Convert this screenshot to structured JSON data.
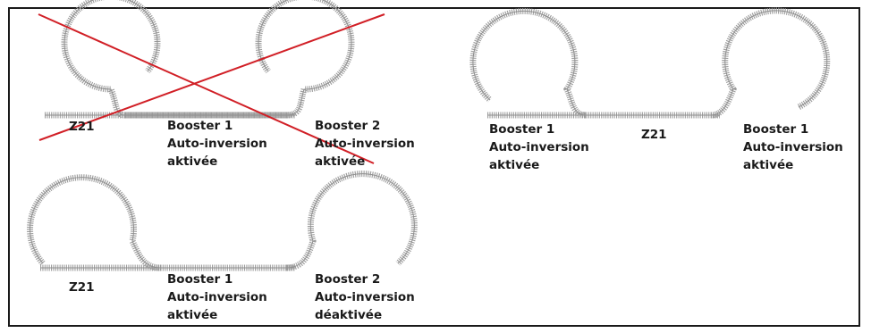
{
  "colors": {
    "rail": "#8f8f8f",
    "tie": "#9c9c9c",
    "cross": "#d11f26",
    "text": "#1a1a1a"
  },
  "diagrams": [
    {
      "id": "a",
      "crossed_out": true,
      "labels": {
        "z21": "Z21",
        "booster1": [
          "Booster 1",
          "Auto-inversion",
          "aktivée"
        ],
        "booster2": [
          "Booster 2",
          "Auto-inversion",
          "aktivée"
        ]
      }
    },
    {
      "id": "b",
      "crossed_out": false,
      "labels": {
        "booster1_left": [
          "Booster 1",
          "Auto-inversion",
          "aktivée"
        ],
        "z21": "Z21",
        "booster1_right": [
          "Booster 1",
          "Auto-inversion",
          "aktivée"
        ]
      }
    },
    {
      "id": "c",
      "crossed_out": false,
      "labels": {
        "z21": "Z21",
        "booster1": [
          "Booster 1",
          "Auto-inversion",
          "aktivée"
        ],
        "booster2": [
          "Booster 2",
          "Auto-inversion",
          "déaktivée"
        ]
      }
    }
  ]
}
